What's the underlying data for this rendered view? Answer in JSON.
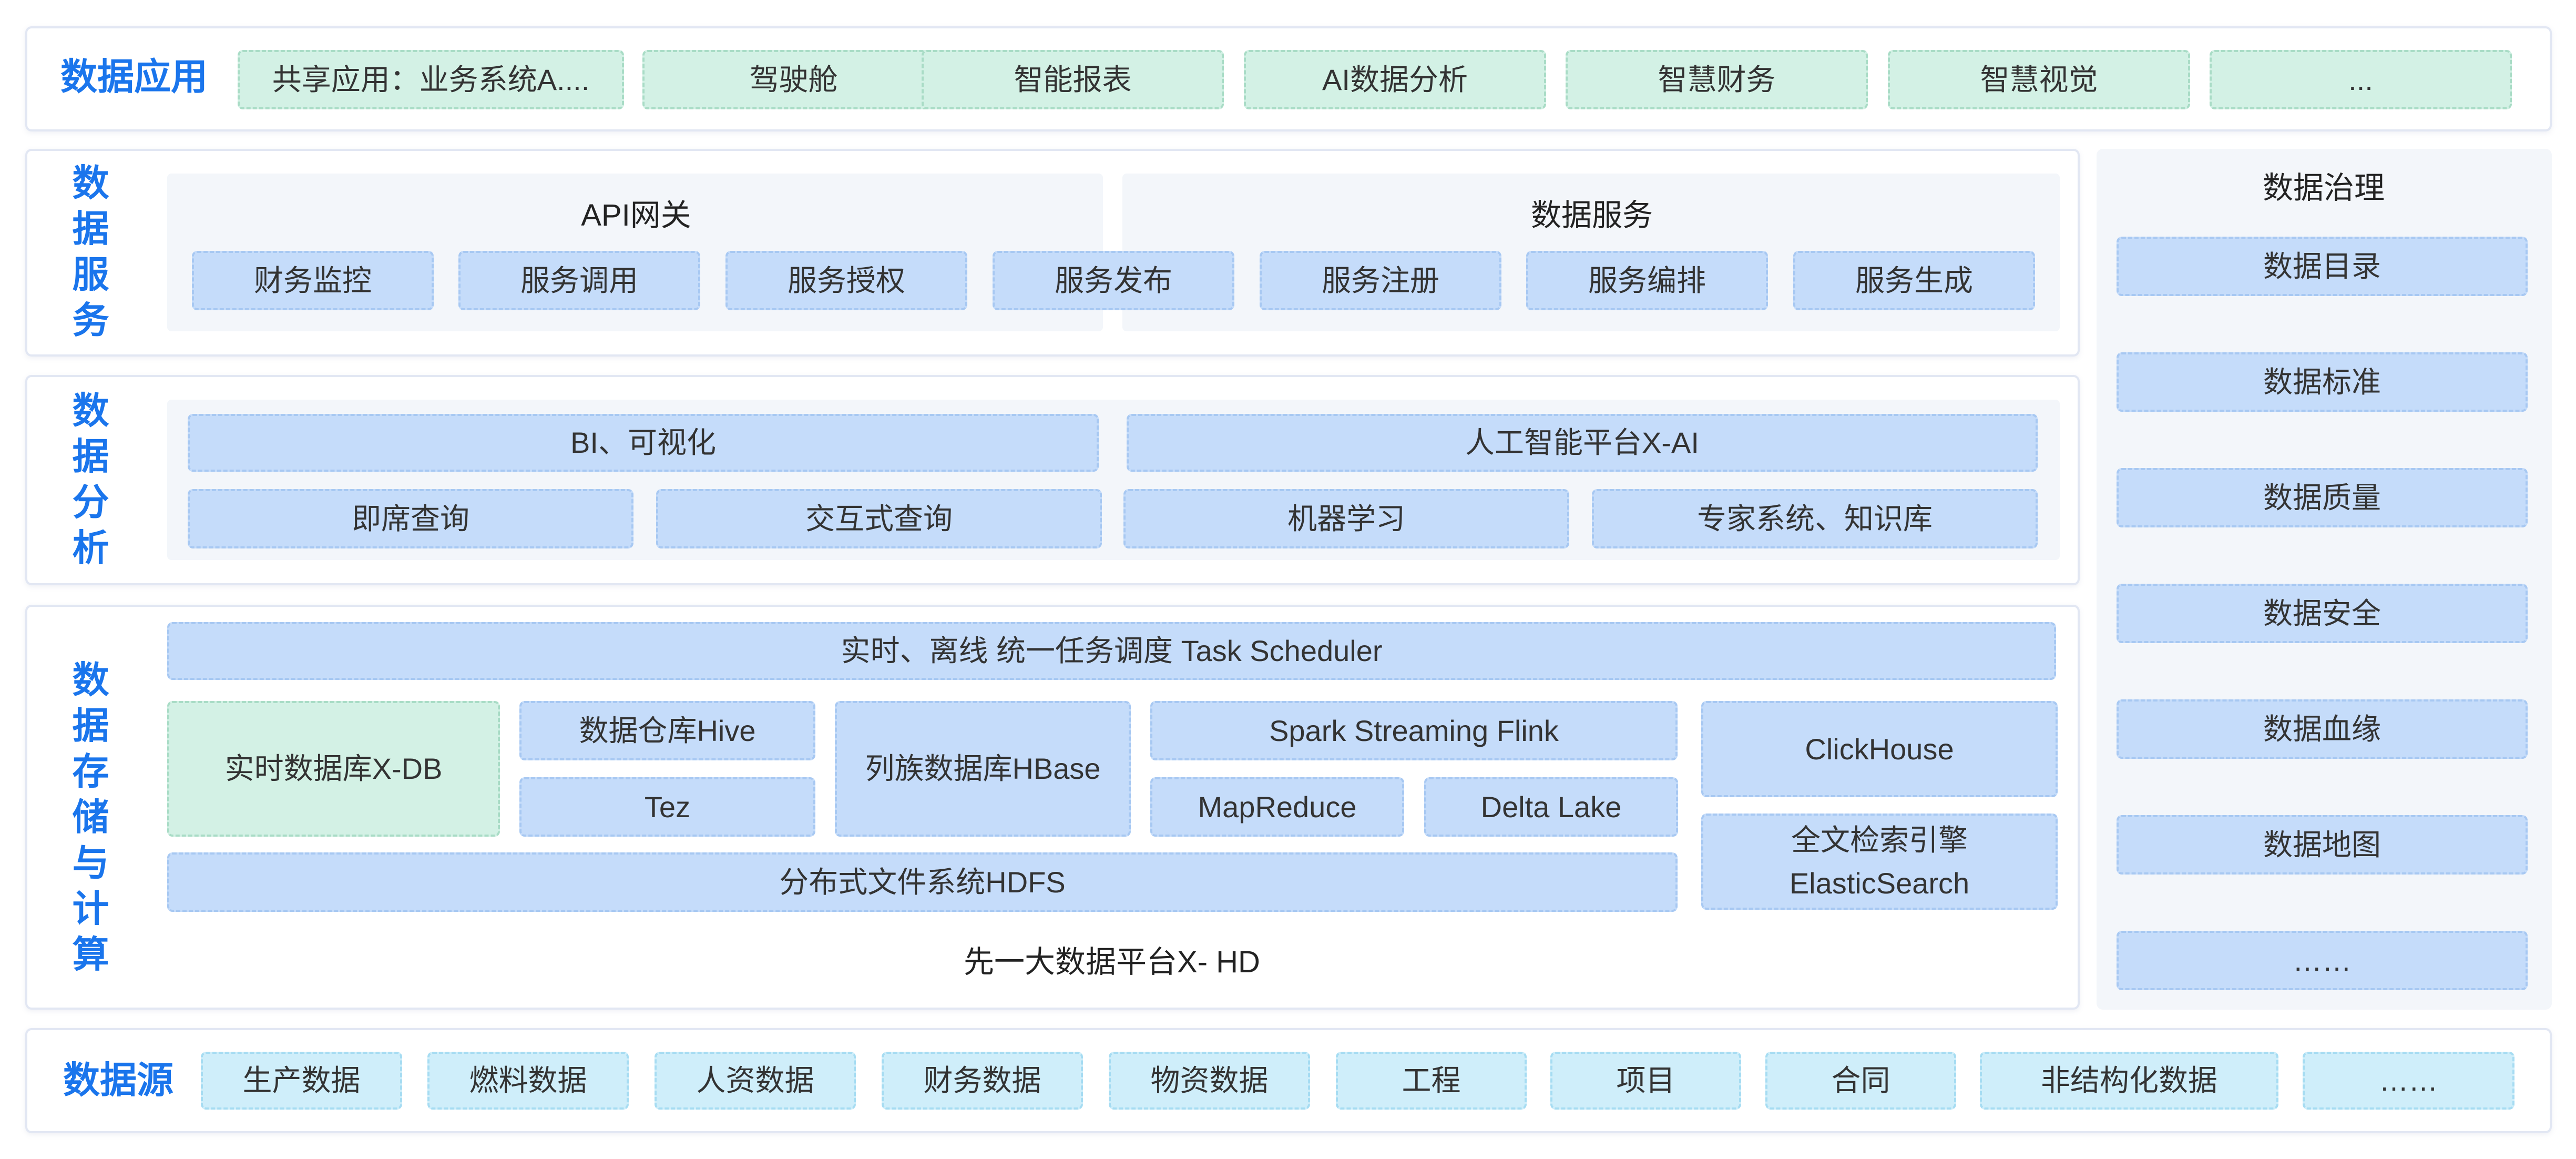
{
  "data_app": {
    "title": "数据应用",
    "items": [
      "共享应用：业务系统A....",
      "驾驶舱",
      "智能报表",
      "AI数据分析",
      "智慧财务",
      "智慧视觉",
      "..."
    ]
  },
  "data_service": {
    "title": "数据服务",
    "api_gateway": "API网关",
    "data_service_label": "数据服务",
    "items": [
      "财务监控",
      "服务调用",
      "服务授权",
      "服务发布",
      "服务注册",
      "服务编排",
      "服务生成"
    ]
  },
  "data_analysis": {
    "title": "数据分析",
    "bi": "BI、可视化",
    "ai_platform": "人工智能平台X-AI",
    "items": [
      "即席查询",
      "交互式查询",
      "机器学习",
      "专家系统、知识库"
    ]
  },
  "storage": {
    "title": "数据存储与计算",
    "scheduler": "实时、离线 统一任务调度 Task Scheduler",
    "realtime_db": "实时数据库X-DB",
    "hive": "数据仓库Hive",
    "tez": "Tez",
    "hbase": "列族数据库HBase",
    "spark": "Spark Streaming Flink",
    "mapreduce": "MapReduce",
    "delta": "Delta Lake",
    "clickhouse": "ClickHouse",
    "es_line1": "全文检索引擎",
    "es_line2": "ElasticSearch",
    "hdfs": "分布式文件系统HDFS",
    "platform": "先一大数据平台X- HD"
  },
  "governance": {
    "title": "数据治理",
    "items": [
      "数据目录",
      "数据标准",
      "数据质量",
      "数据安全",
      "数据血缘",
      "数据地图",
      "……"
    ]
  },
  "data_source": {
    "title": "数据源",
    "items": [
      "生产数据",
      "燃料数据",
      "人资数据",
      "财务数据",
      "物资数据",
      "工程",
      "项目",
      "合同",
      "非结构化数据",
      "……"
    ]
  }
}
